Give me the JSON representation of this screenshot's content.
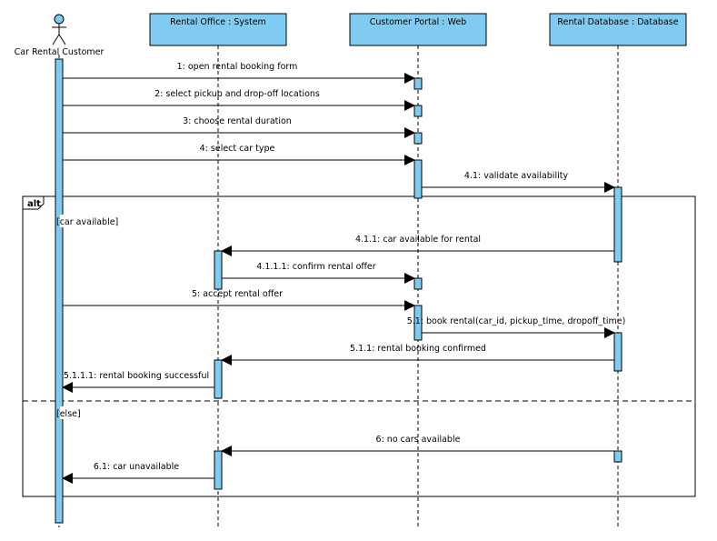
{
  "actor": {
    "name": "Car Rental Customer"
  },
  "lifelines": [
    {
      "id": "office",
      "label": "Rental Office : System"
    },
    {
      "id": "portal",
      "label": "Customer Portal : Web"
    },
    {
      "id": "db",
      "label": "Rental Database : Database"
    }
  ],
  "fragment": {
    "operator": "alt",
    "guards": [
      "[car available]",
      "[else]"
    ]
  },
  "messages": [
    {
      "label": "1: open rental booking form"
    },
    {
      "label": "2: select pickup and drop-off locations"
    },
    {
      "label": "3: choose rental duration"
    },
    {
      "label": "4: select car type"
    },
    {
      "label": "4.1: validate availability"
    },
    {
      "label": "4.1.1: car available for rental"
    },
    {
      "label": "4.1.1.1: confirm rental offer"
    },
    {
      "label": "5: accept rental offer"
    },
    {
      "label": "5.1: book rental(car_id, pickup_time, dropoff_time)"
    },
    {
      "label": "5.1.1: rental booking confirmed"
    },
    {
      "label": "5.1.1.1: rental booking successful"
    },
    {
      "label": "6: no cars available"
    },
    {
      "label": "6.1: car unavailable"
    }
  ],
  "colors": {
    "lifeline_head_fill": "#7fcbf1",
    "activation_fill": "#7fcbf1",
    "line": "#000000"
  }
}
